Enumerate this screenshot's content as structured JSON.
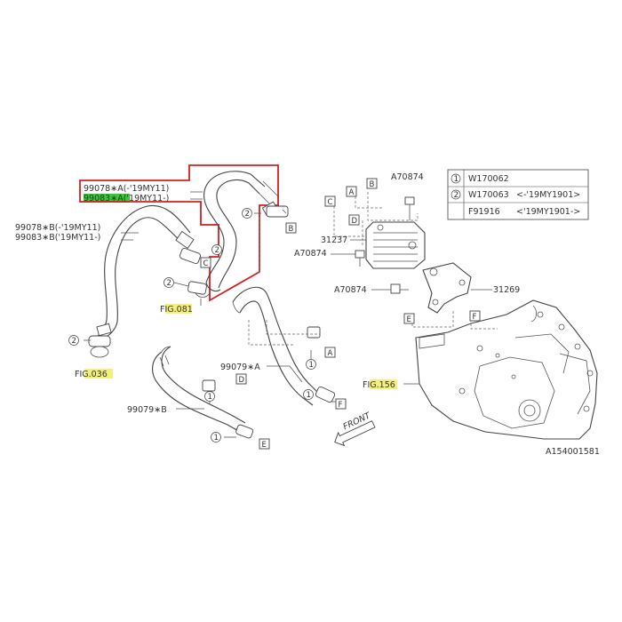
{
  "parts": {
    "hose_a_upper": "99078",
    "hose_a_upper_suffix": "A(-'19MY11)",
    "hose_a_lower": "99083",
    "hose_a_lower_suffix": "A('19MY11-)",
    "hose_b_upper": "99078",
    "hose_b_upper_suffix": "B(-'19MY11)",
    "hose_b_lower": "99083",
    "hose_b_lower_suffix": "B('19MY11-)",
    "hose_99079a": "99079",
    "hose_99079a_suffix": "A",
    "hose_99079b": "99079",
    "hose_99079b_suffix": "B",
    "cooler": "31237",
    "bolt_top": "A70874",
    "bolt_mid": "A70874",
    "bolt_low": "A70874",
    "bracket": "31269"
  },
  "fig_refs": {
    "fig081": "FIG.081",
    "fig036": "FIG.036",
    "fig156": "FIG.156"
  },
  "callout_letters": [
    "A",
    "B",
    "C",
    "D",
    "E",
    "F"
  ],
  "legend": {
    "rows": [
      {
        "num": "1",
        "code": "W170062",
        "range": ""
      },
      {
        "num": "2",
        "code": "W170063",
        "range": "<-'19MY1901>"
      },
      {
        "num": "",
        "code": "F91916",
        "range": "<'19MY1901->"
      }
    ]
  },
  "front_label": "FRONT",
  "diagram_id": "A154001581",
  "colors": {
    "highlight_red": "#d42020",
    "highlight_green": "#33cc33",
    "highlight_yellow": "#f5f07a",
    "line": "#444444"
  }
}
